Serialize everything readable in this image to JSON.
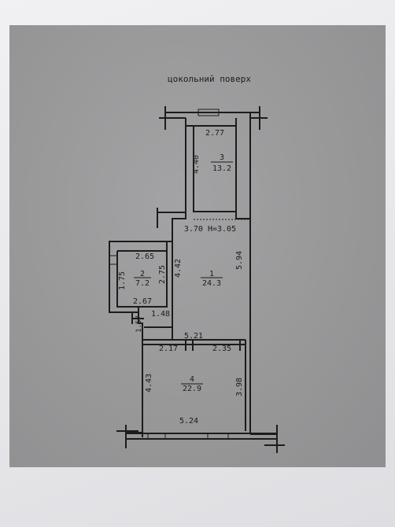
{
  "title": "цокольний поверх",
  "rooms": [
    {
      "num": "3",
      "area": "13.2"
    },
    {
      "num": "1",
      "area": "24.3"
    },
    {
      "num": "2",
      "area": "7.2"
    },
    {
      "num": "4",
      "area": "22.9"
    }
  ],
  "dims": {
    "r3_top": "2.77",
    "r3_left": "4.40",
    "r1_top": "3.70 H=3.05",
    "r1_right": "5.94",
    "r1_left": "4.42",
    "r2_top": "2.65",
    "r2_left": "1.75",
    "r2_right": "2.75",
    "r2_bottom": "2.67",
    "corr_side": "1.57",
    "corr_bottom": "1.48",
    "r4_top": "5.21",
    "r4_sub_left": "2.17",
    "r4_sub_right": "2.35",
    "r4_left": "4.43",
    "r4_right": "3.98",
    "r4_bottom": "5.24"
  }
}
